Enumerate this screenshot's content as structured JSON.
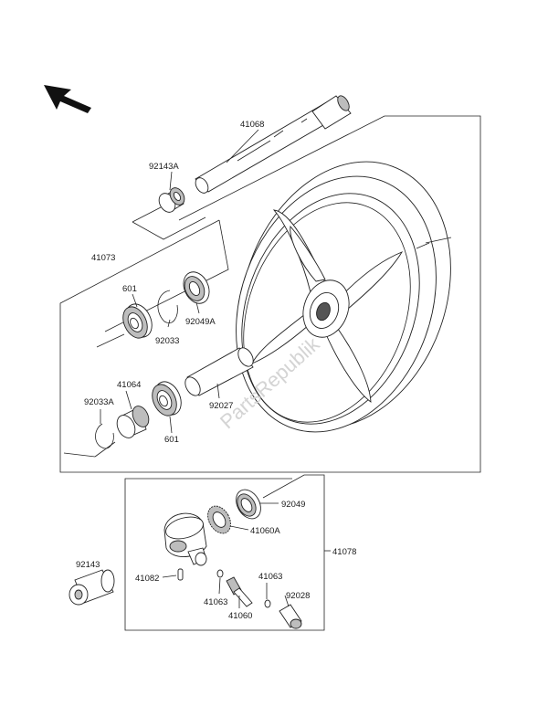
{
  "watermark": "PartsRepublik",
  "labels": {
    "p41068": "41068",
    "p92143A": "92143A",
    "p41073": "41073",
    "p601a": "601",
    "p92049A": "92049A",
    "p92033": "92033",
    "p41064": "41064",
    "p92033A": "92033A",
    "p92027": "92027",
    "p601b": "601",
    "p92049": "92049",
    "p41060A": "41060A",
    "p41078": "41078",
    "p92143": "92143",
    "p41082": "41082",
    "p41063a": "41063",
    "p41063b": "41063",
    "p92028": "92028",
    "p41060": "41060"
  }
}
